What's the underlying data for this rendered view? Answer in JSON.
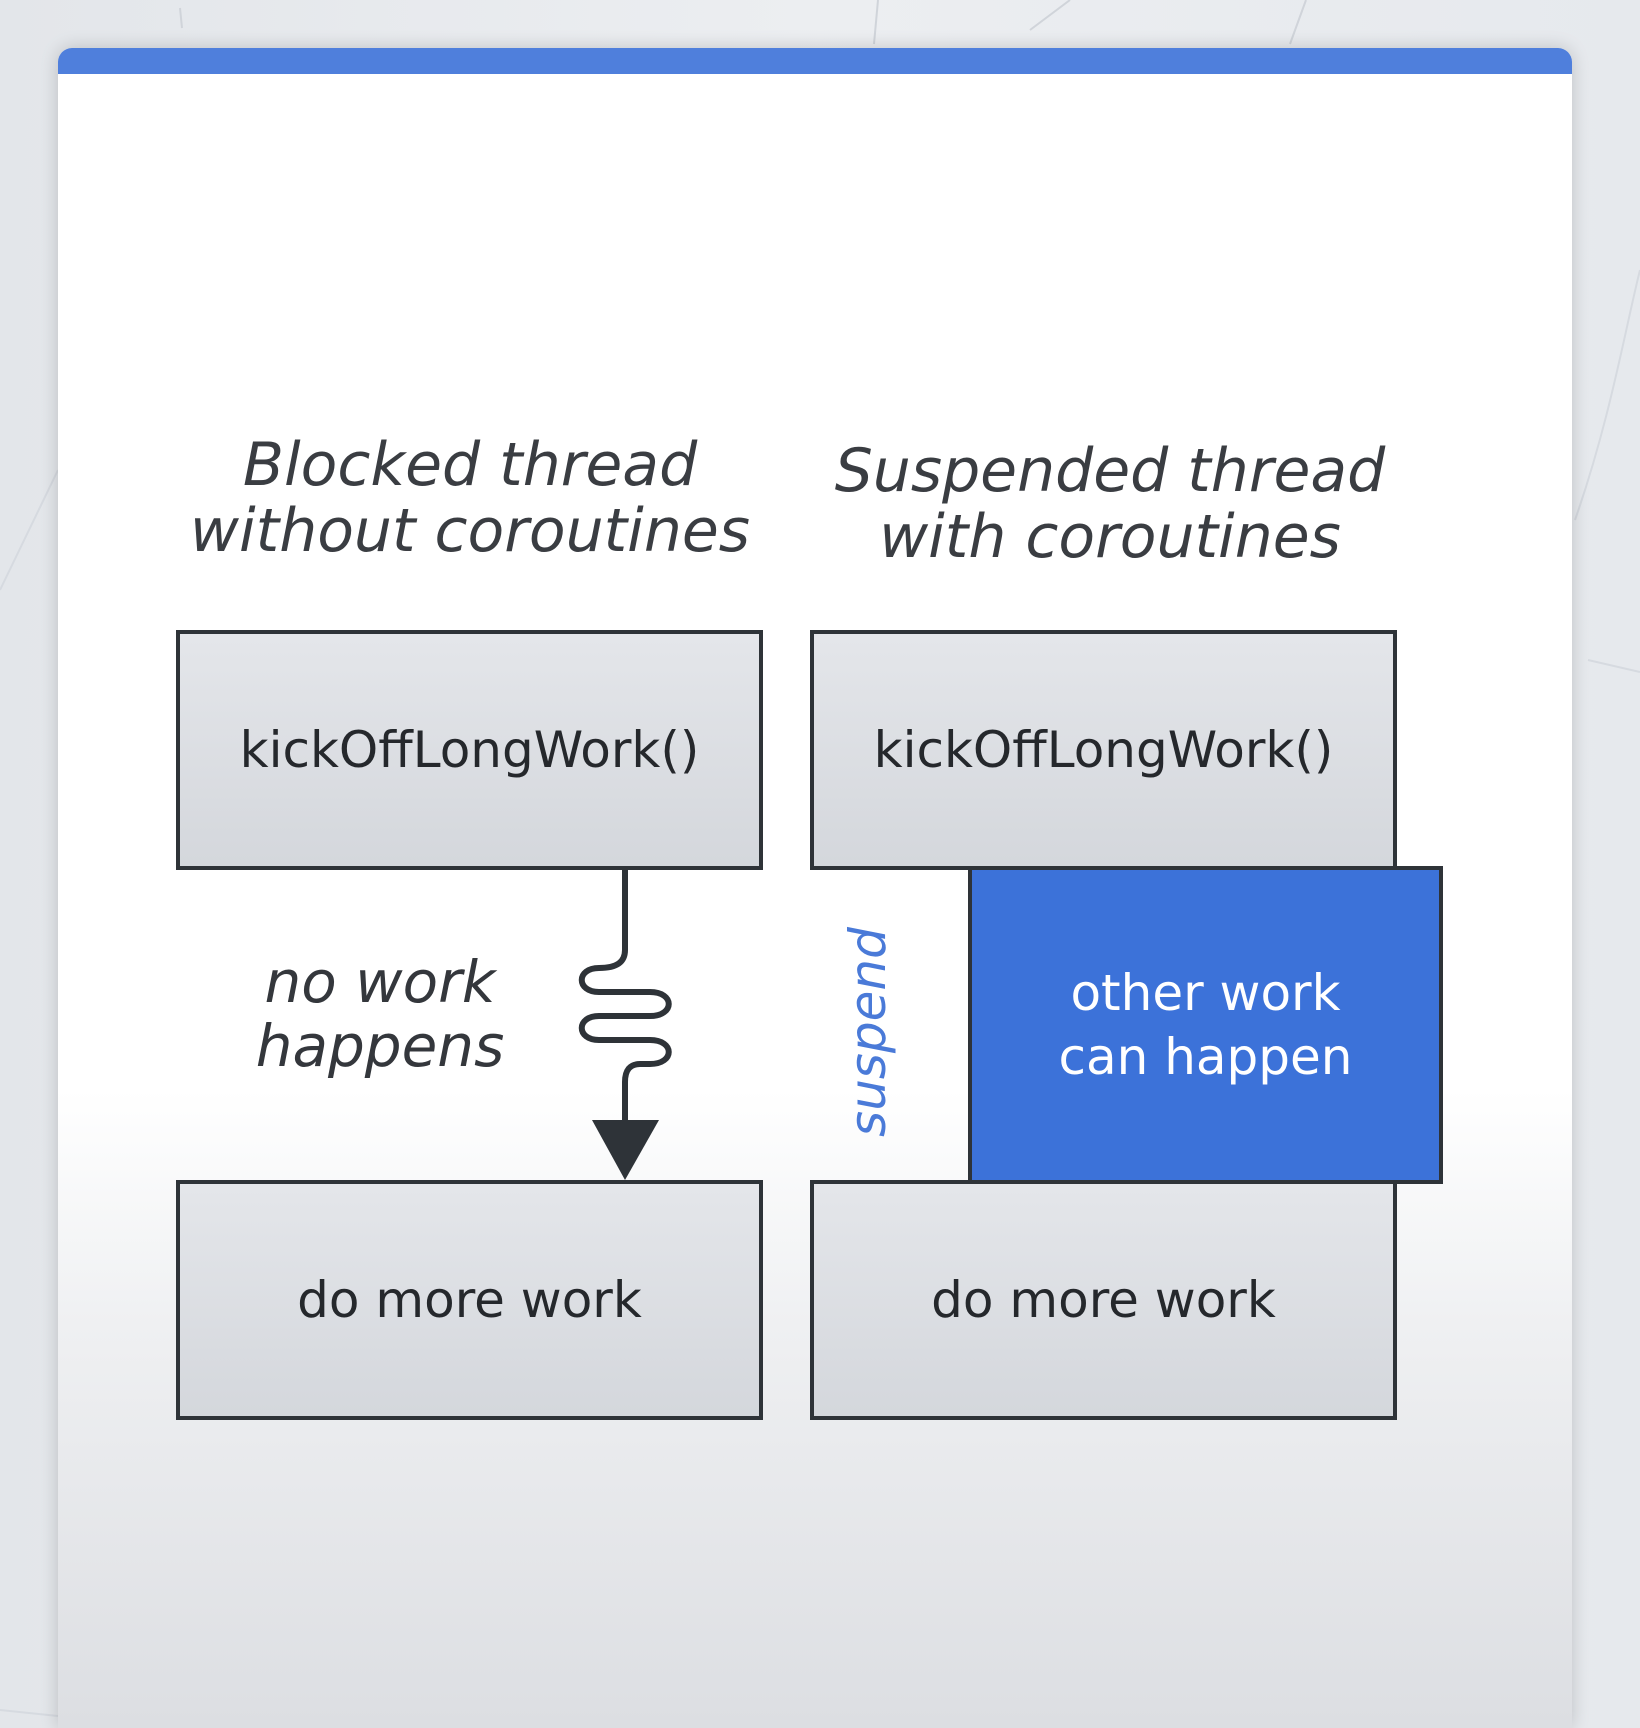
{
  "left_column": {
    "heading_line1": "Blocked thread",
    "heading_line2": "without coroutines",
    "top_box": "kickOffLongWork()",
    "note_line1": "no work",
    "note_line2": "happens",
    "bottom_box": "do more work"
  },
  "right_column": {
    "heading_line1": "Suspended thread",
    "heading_line2": "with coroutines",
    "top_box": "kickOffLongWork()",
    "side_label": "suspend",
    "middle_box_line1": "other work",
    "middle_box_line2": "can happen",
    "bottom_box": "do more work"
  },
  "colors": {
    "accent": "#4f7fdc",
    "highlight_box": "#3c72d9",
    "suspend_text": "#4a7ad8",
    "gray_box": "#dcdfe3",
    "outline": "#2e3338"
  }
}
